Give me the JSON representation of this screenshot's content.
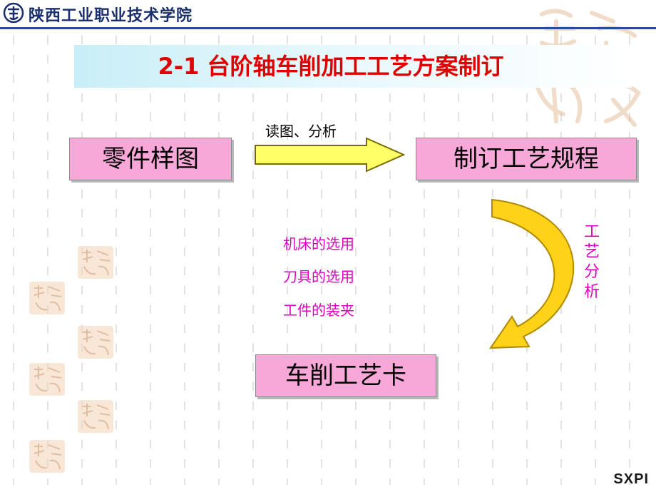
{
  "header": {
    "school_name": "陕西工业职业技术学院"
  },
  "title": "2-1  台阶轴车削加工工艺方案制订",
  "flow": {
    "box_parts_drawing": "零件样图",
    "box_process_rules": "制订工艺规程",
    "box_turning_card": "车削工艺卡",
    "arrow_label": "读图、分析",
    "vertical_label": "工艺分析",
    "vertical_chars": [
      "工",
      "艺",
      "分",
      "析"
    ]
  },
  "items": [
    "机床的选用",
    "刀具的选用",
    "工件的装夹"
  ],
  "footer": {
    "brand": "SXPI"
  },
  "colors": {
    "title": "#e00000",
    "box_fill": "#f7a8d8",
    "item_text": "#e000c0",
    "arrow_fill": "#ffff66",
    "arrow_curve": "#d4a800",
    "header_line": "#2a4a9a"
  }
}
